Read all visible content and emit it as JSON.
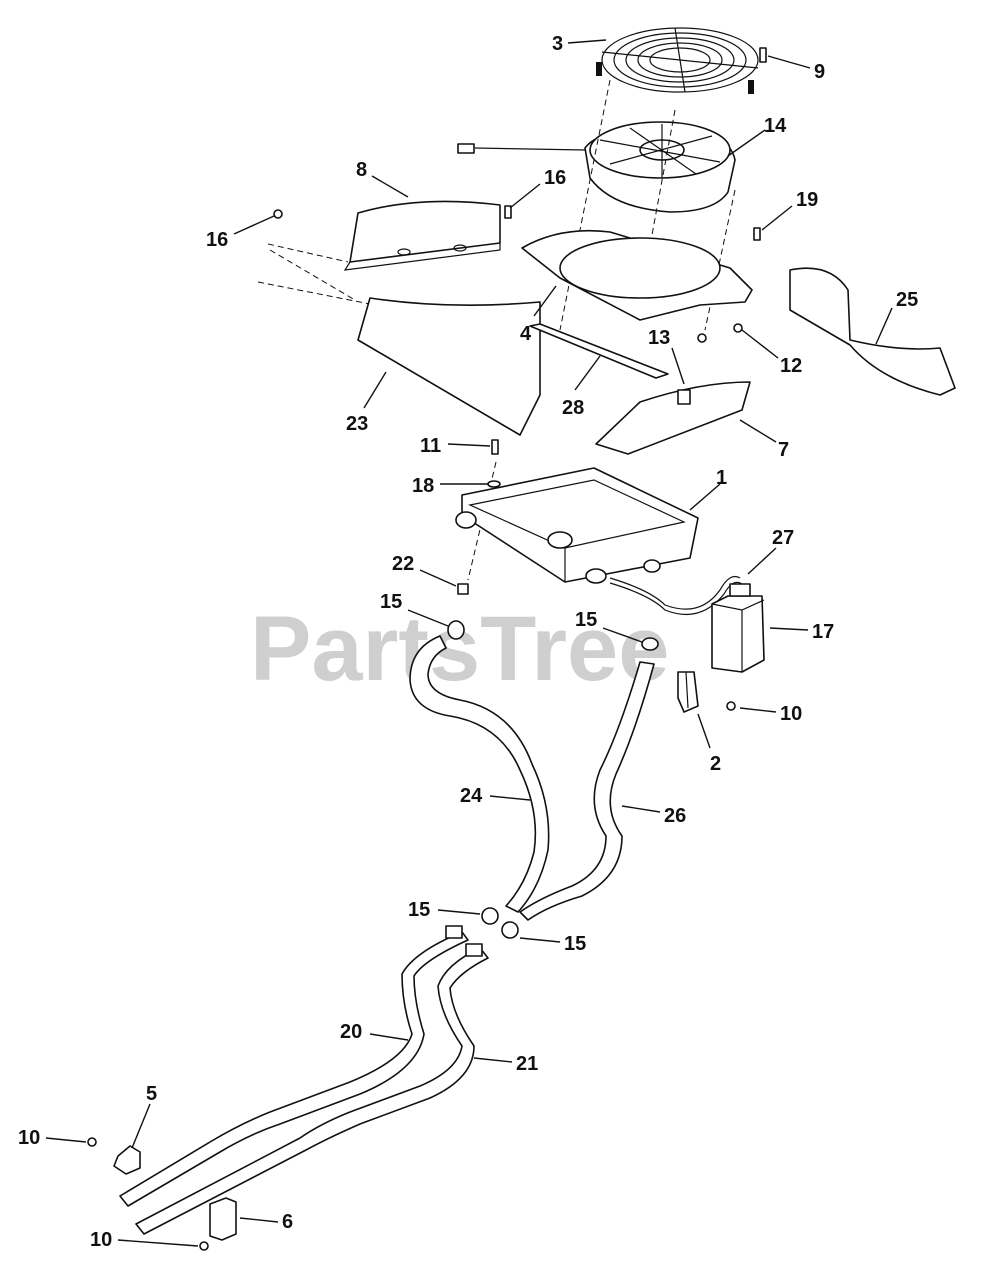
{
  "watermark": "PartsTree",
  "labels": {
    "l1": "1",
    "l2": "2",
    "l3": "3",
    "l4": "4",
    "l5": "5",
    "l6": "6",
    "l7": "7",
    "l8": "8",
    "l9": "9",
    "l10a": "10",
    "l10b": "10",
    "l10c": "10",
    "l11": "11",
    "l12": "12",
    "l13": "13",
    "l14": "14",
    "l15a": "15",
    "l15b": "15",
    "l15c": "15",
    "l15d": "15",
    "l16a": "16",
    "l16b": "16",
    "l17": "17",
    "l18": "18",
    "l19": "19",
    "l20": "20",
    "l21": "21",
    "l22": "22",
    "l23": "23",
    "l24": "24",
    "l25": "25",
    "l26": "26",
    "l27": "27",
    "l28": "28"
  }
}
